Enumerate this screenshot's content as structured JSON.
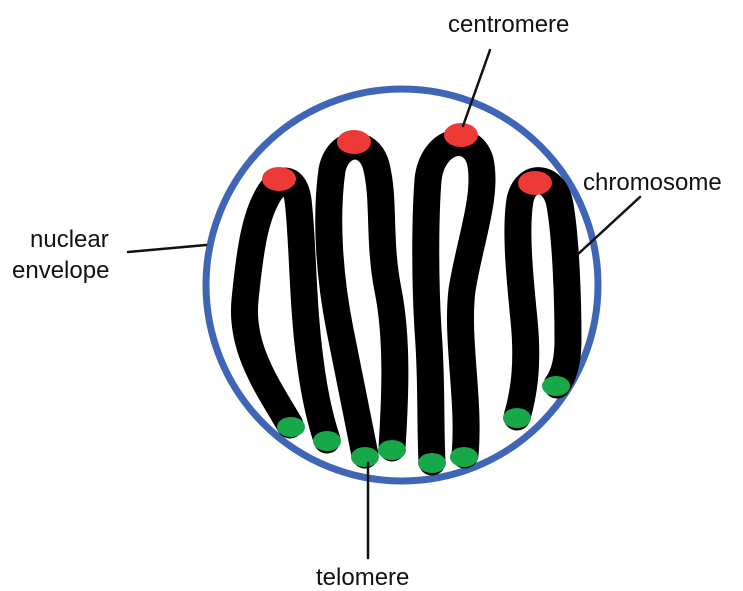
{
  "labels": {
    "centromere": "centromere",
    "chromosome": "chromosome",
    "nuclear_line1": "nuclear",
    "nuclear_line2": "envelope",
    "telomere": "telomere"
  },
  "colors": {
    "nuclear_envelope": "#3f66b6",
    "chromosome": "#000000",
    "centromere": "#ee3a36",
    "telomere": "#17a84a",
    "text": "#111111"
  }
}
